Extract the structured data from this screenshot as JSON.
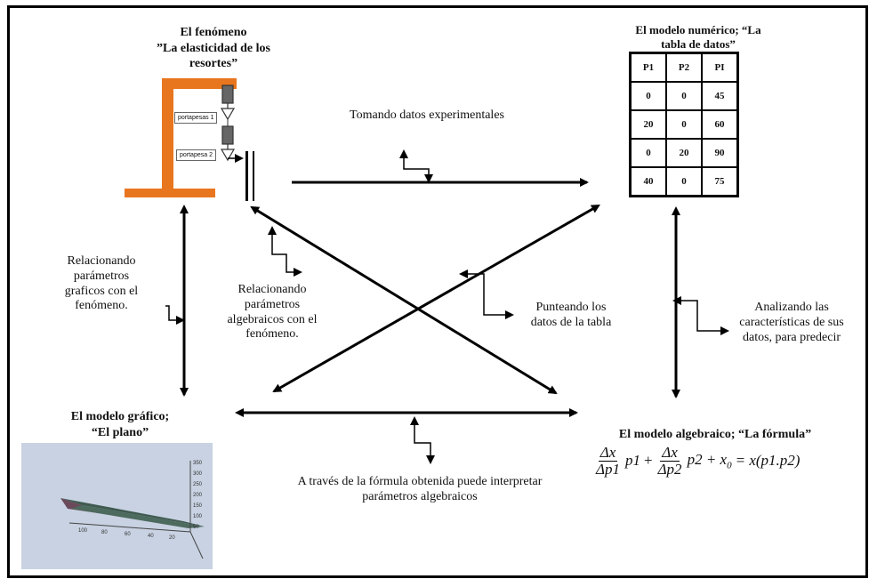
{
  "nodes": {
    "phenomenon": {
      "title_l1": "El fenómeno",
      "title_l2": "”La elasticidad de los",
      "title_l3": "resortes”",
      "label_1": "portapesas 1",
      "label_2": "portapesa 2"
    },
    "numeric": {
      "title_l1": "El modelo numérico; “La",
      "title_l2": "tabla de datos”"
    },
    "graphic": {
      "title_l1": "El modelo gráfico;",
      "title_l2": "“El plano”"
    },
    "algebraic": {
      "title": "El modelo algebraico; “La fórmula”"
    }
  },
  "table": {
    "headers": [
      "P1",
      "P2",
      "PI"
    ],
    "rows": [
      [
        "0",
        "0",
        "45"
      ],
      [
        "20",
        "0",
        "60"
      ],
      [
        "0",
        "20",
        "90"
      ],
      [
        "40",
        "0",
        "75"
      ]
    ]
  },
  "formula": {
    "num": "Δx",
    "den1": "Δp1",
    "den2": "Δp2",
    "t1": "p1",
    "t2": "p2 + x",
    "sub0": "0",
    "eq": "= x(p1.p2)",
    "plus": "+"
  },
  "edges": {
    "top": "Tomando datos experimentales",
    "left_l1": "Relacionando",
    "left_l2": "parámetros",
    "left_l3": "graficos con el",
    "left_l4": "fenómeno.",
    "diag_l1": "Relacionando",
    "diag_l2": "parámetros",
    "diag_l3": "algebraicos con el",
    "diag_l4": "fenómeno.",
    "plot_l1": "Punteando los",
    "plot_l2": "datos de la tabla",
    "right_l1": "Analizando las",
    "right_l2": "características de sus",
    "right_l3": "datos, para predecir",
    "bottom_l1": "A través de la fórmula obtenida puede interpretar",
    "bottom_l2": "parámetros algebraicos"
  },
  "plot_ticks": {
    "x": [
      "100",
      "80",
      "60",
      "40",
      "20"
    ],
    "z": [
      "350",
      "300",
      "250",
      "200",
      "150",
      "100",
      "50"
    ]
  },
  "colors": {
    "stand": "#e8761e",
    "plane_top": "#3f5a50",
    "plane_side": "#6a4a5a",
    "plot_bg": "#c8d2e2"
  }
}
